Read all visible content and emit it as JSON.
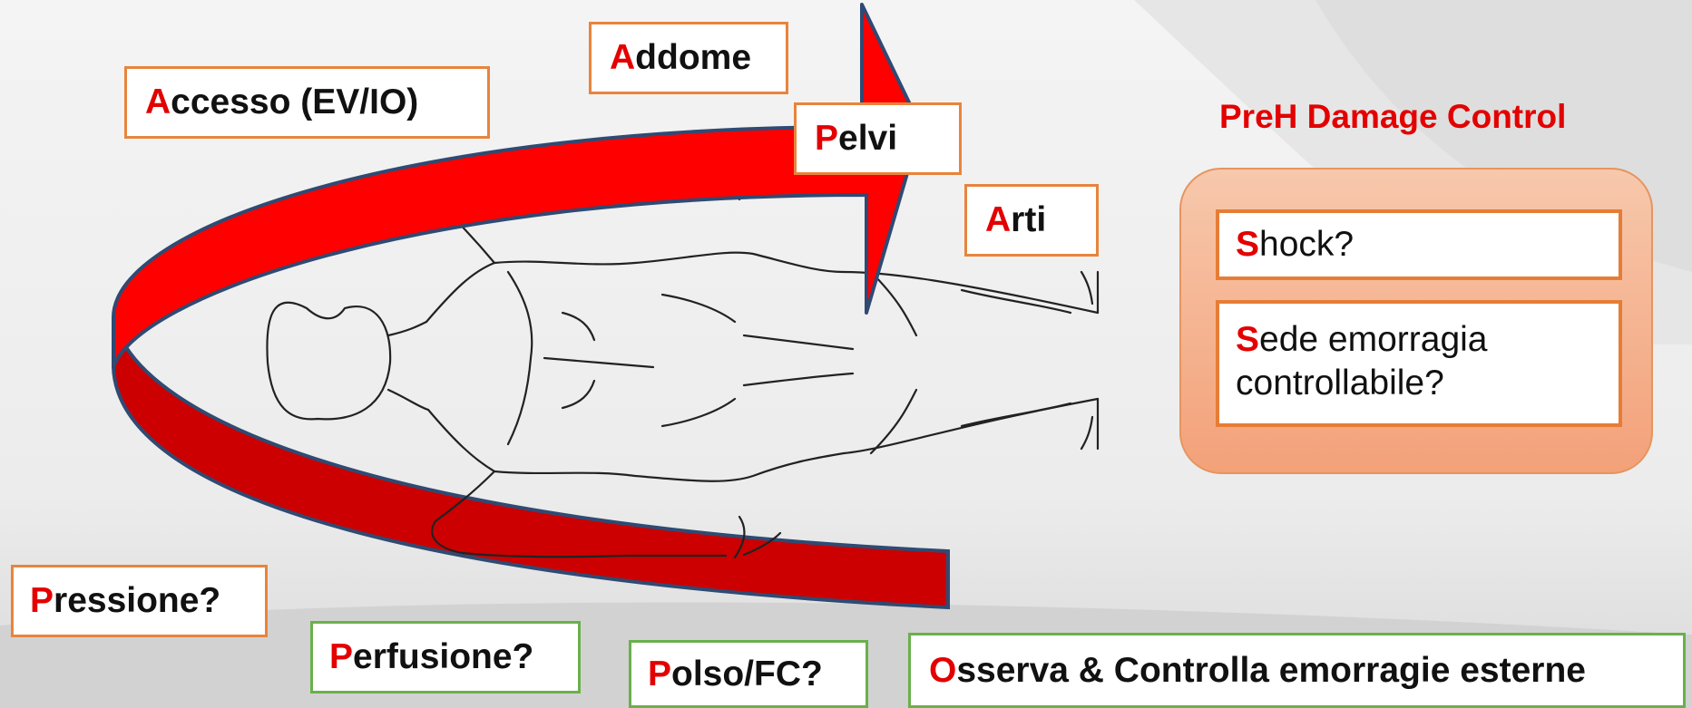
{
  "colors": {
    "accent_red": "#e30000",
    "arrow_red": "#ff0000",
    "lower_band_red": "#cc0000",
    "box_border_orange": "#e8843c",
    "box_border_green": "#6ab04c",
    "panel_fill": "#f4ab82"
  },
  "labels": {
    "accesso": {
      "initial": "A",
      "rest": "ccesso (EV/IO)"
    },
    "addome": {
      "initial": "A",
      "rest": "ddome"
    },
    "pelvi": {
      "initial": "P",
      "rest": "elvi"
    },
    "arti": {
      "initial": "A",
      "rest": "rti"
    },
    "pressione": {
      "initial": "P",
      "rest": "ressione?"
    },
    "perfusione": {
      "initial": "P",
      "rest": "erfusione?"
    },
    "polso": {
      "initial": "P",
      "rest": "olso/FC?"
    },
    "osserva": {
      "initial": "O",
      "rest": "sserva & Controlla emorragie esterne"
    }
  },
  "panel": {
    "title": "PreH Damage Control",
    "shock": {
      "initial": "S",
      "rest": "hock?"
    },
    "sede": {
      "initial": "S",
      "rest": "ede emorragia",
      "line2": "controllabile?"
    }
  },
  "figure": {
    "icon": "human-body-outline-icon"
  }
}
